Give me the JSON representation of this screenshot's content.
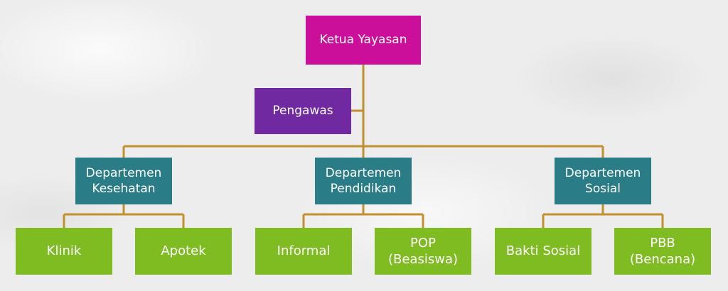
{
  "chart": {
    "root": "Ketua Yayasan",
    "supervisor": "Pengawas",
    "departments": [
      {
        "label": "Departemen\nKesehatan",
        "units": [
          "Klinik",
          "Apotek"
        ]
      },
      {
        "label": "Departemen\nPendidikan",
        "units": [
          "Informal",
          "POP\n(Beasiswa)"
        ]
      },
      {
        "label": "Departemen\nSosial",
        "units": [
          "Bakti Sosial",
          "PBB\n(Bencana)"
        ]
      }
    ]
  },
  "colors": {
    "root": "#cc0f9b",
    "supervisor": "#7029a0",
    "department": "#2a7c87",
    "unit": "#7fbc22",
    "connector": "#c0912e"
  }
}
